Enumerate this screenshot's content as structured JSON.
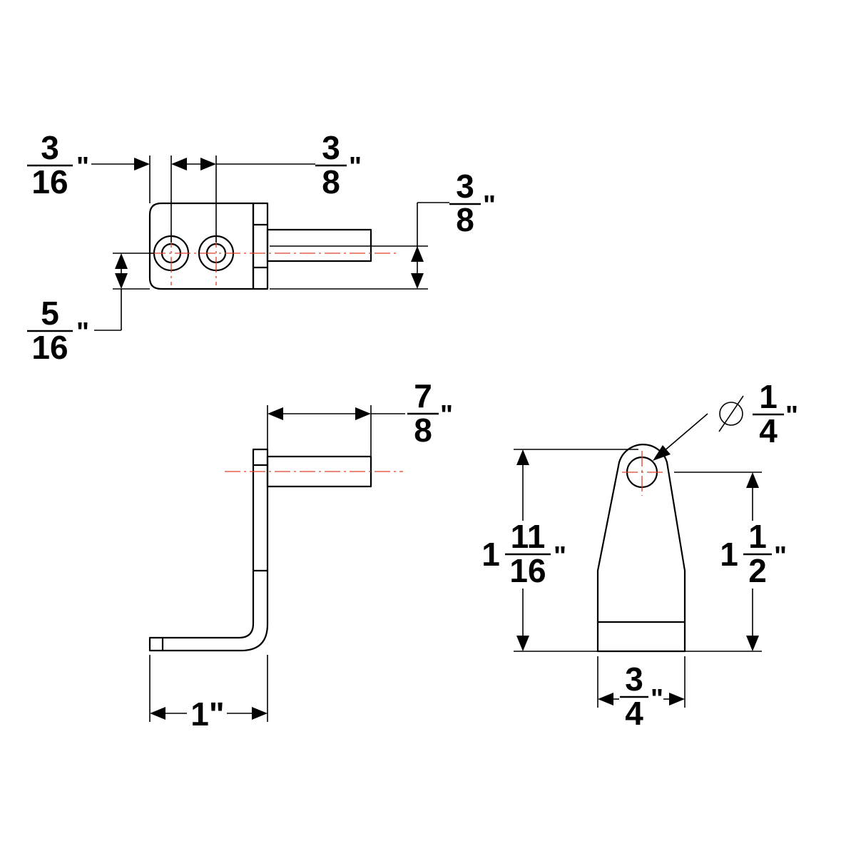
{
  "colors": {
    "line": "#000000",
    "centerline": "#e0402a",
    "background": "#ffffff"
  },
  "icons": {
    "diameter": "diameter-symbol-icon"
  },
  "dimensions": {
    "top_left_offset": {
      "numerator": "3",
      "denominator": "16",
      "unit": "\""
    },
    "top_hole_spacing": {
      "numerator": "3",
      "denominator": "8",
      "unit": "\""
    },
    "top_right_height": {
      "numerator": "3",
      "denominator": "8",
      "unit": "\""
    },
    "top_hole_height": {
      "numerator": "5",
      "denominator": "16",
      "unit": "\""
    },
    "side_pin_length": {
      "numerator": "7",
      "denominator": "8",
      "unit": "\""
    },
    "side_foot_length": {
      "text": "1\""
    },
    "front_hole_diameter": {
      "numerator": "1",
      "denominator": "4",
      "unit": "\""
    },
    "front_total_height": {
      "whole": "1",
      "numerator": "11",
      "denominator": "16",
      "unit": "\""
    },
    "front_center_height": {
      "whole": "1",
      "numerator": "1",
      "denominator": "2",
      "unit": "\""
    },
    "front_width": {
      "numerator": "3",
      "denominator": "4",
      "unit": "\""
    }
  }
}
